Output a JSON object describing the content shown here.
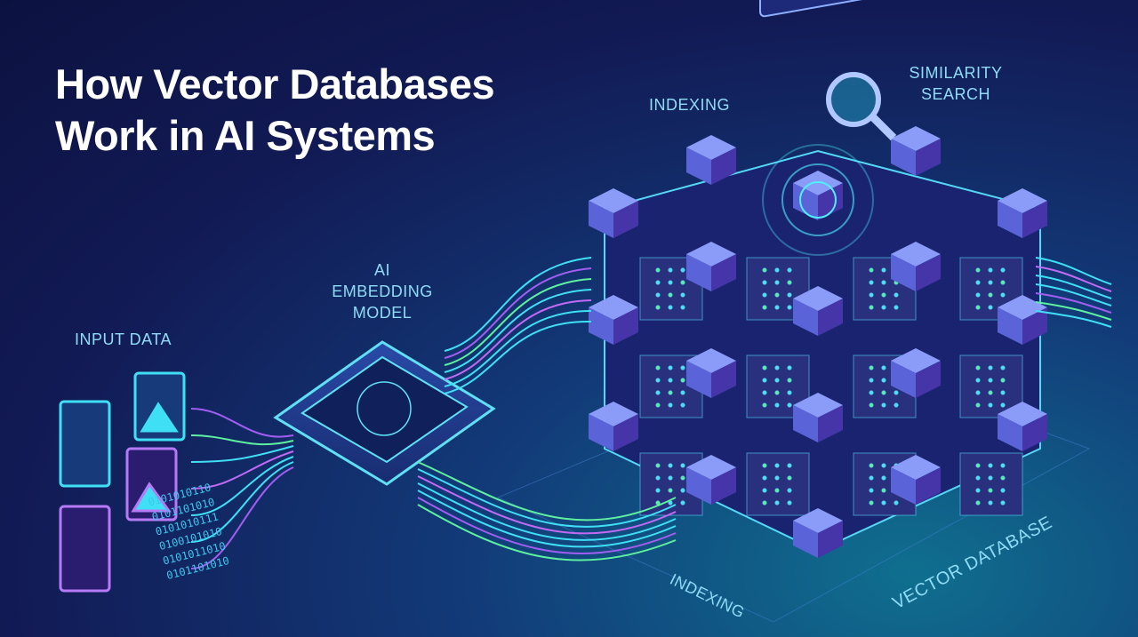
{
  "title": {
    "line1": "How Vector Databases",
    "line2": "Work in AI Systems"
  },
  "labels": {
    "input_data": "INPUT DATA",
    "embedding_model": [
      "AI",
      "EMBEDDING",
      "MODEL"
    ],
    "indexing_top": "INDEXING",
    "similarity_search": [
      "SIMILARITY",
      "SEARCH"
    ],
    "indexing_bottom": "INDEXING",
    "vector_database": "VECTOR DATABASE"
  },
  "binary_lines": [
    "0101010110",
    "0101101010",
    "0101010111",
    "0100101010",
    "0101011010",
    "0101101010"
  ],
  "colors": {
    "cyan": "#3fe0f5",
    "purple": "#a15ef0",
    "green": "#5ef0a0",
    "background": "#121a55"
  },
  "icons": [
    "document-icon",
    "image-icon",
    "binary-data-icon",
    "neural-chip-icon",
    "magnifier-icon",
    "code-window-icon",
    "server-cube-icon"
  ]
}
